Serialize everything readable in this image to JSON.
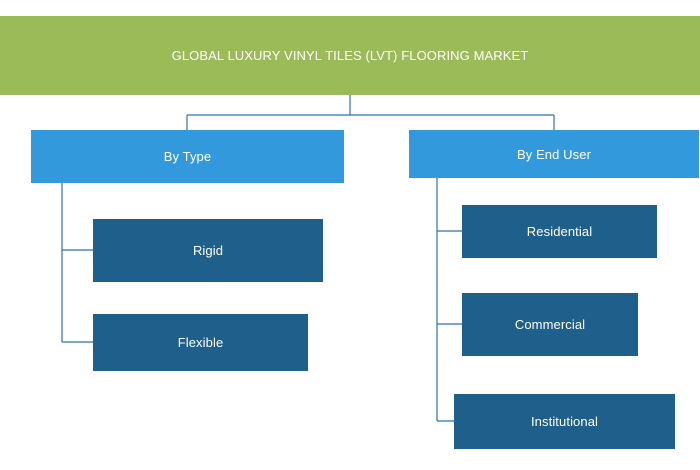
{
  "root": {
    "label": "GLOBAL LUXURY VINYL TILES (LVT) FLOORING MARKET"
  },
  "branches": [
    {
      "label": "By Type",
      "children": [
        "Rigid",
        "Flexible"
      ]
    },
    {
      "label": "By End User",
      "children": [
        "Residential",
        "Commercial",
        "Institutional"
      ]
    }
  ],
  "colors": {
    "root_fill": "#9bbb59",
    "category_fill": "#3399dd",
    "leaf_fill": "#1f5f8b",
    "connector": "#2a73ad",
    "text": "#ffffff"
  }
}
